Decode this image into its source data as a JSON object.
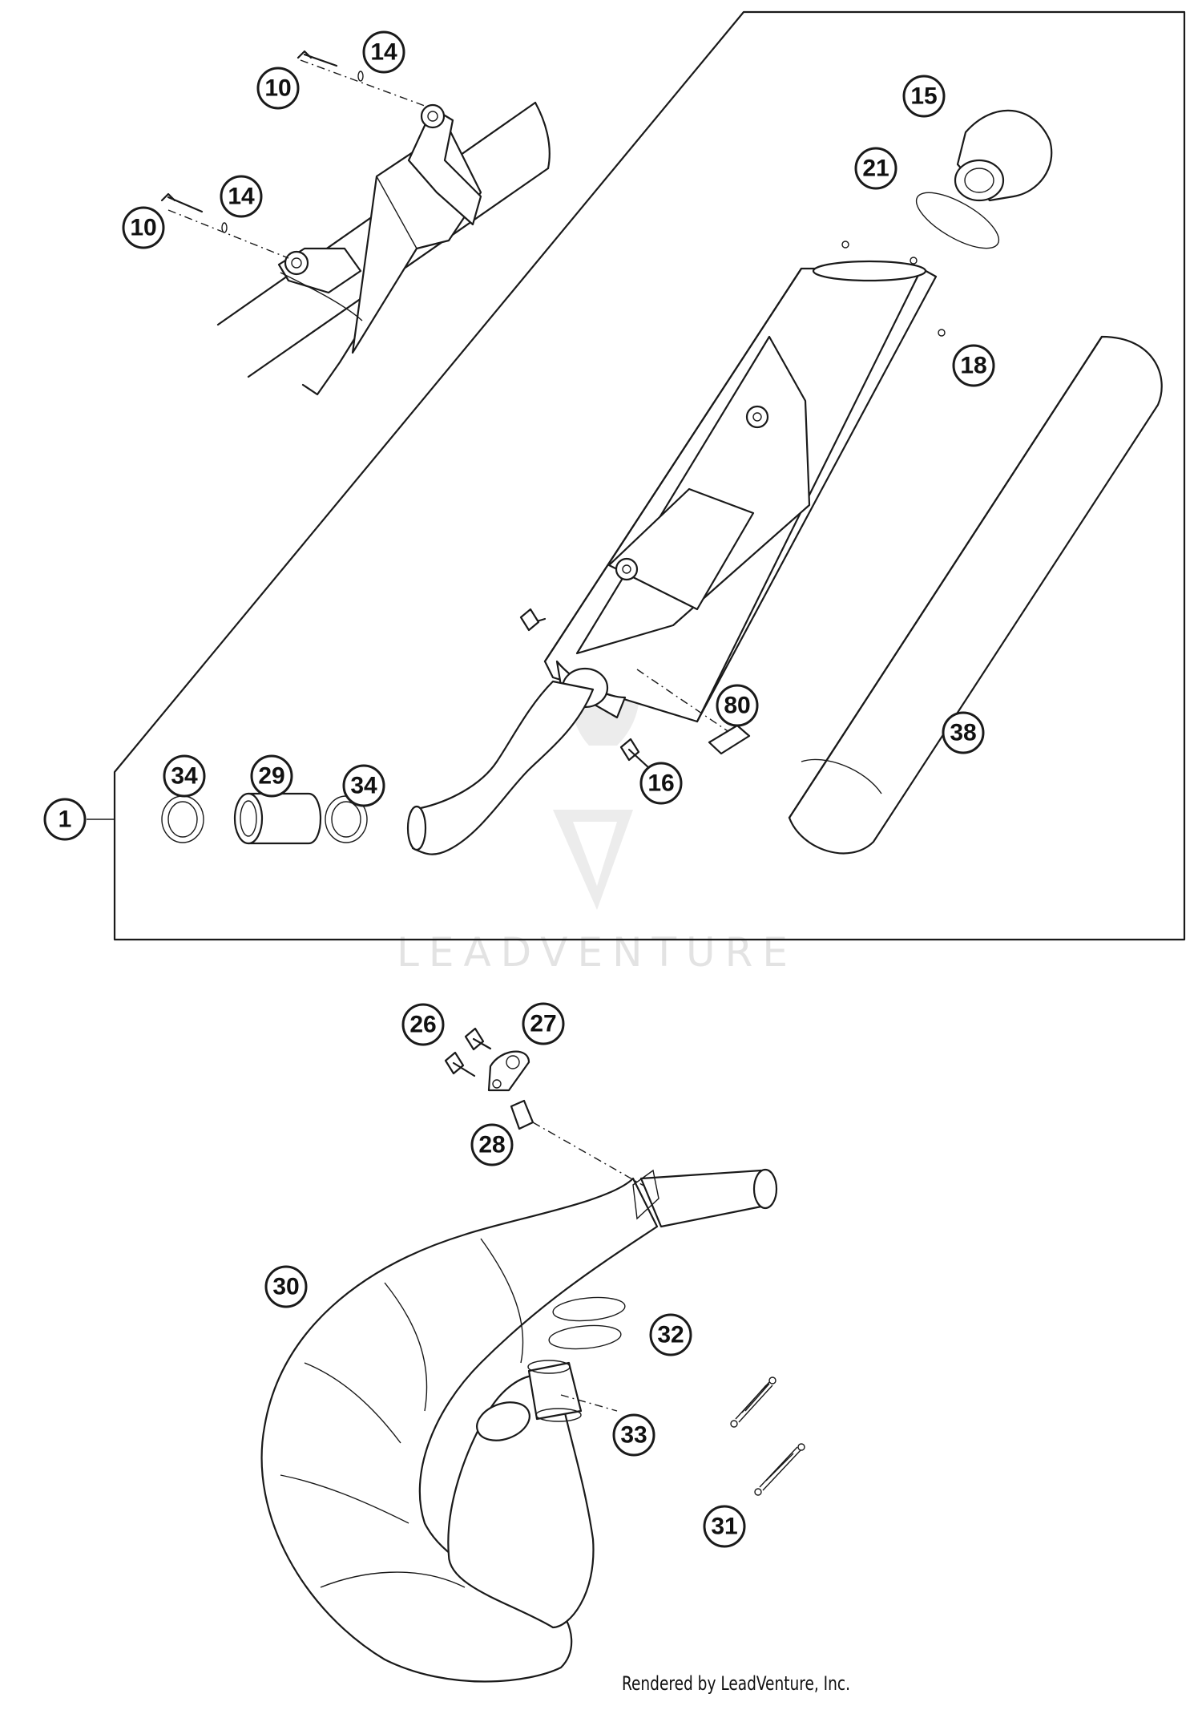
{
  "watermark": "LEADVENTURE",
  "credit": "Rendered by LeadVenture, Inc.",
  "callouts": [
    {
      "id": "c14a",
      "label": "14"
    },
    {
      "id": "c10a",
      "label": "10"
    },
    {
      "id": "c14b",
      "label": "14"
    },
    {
      "id": "c10b",
      "label": "10"
    },
    {
      "id": "c15",
      "label": "15"
    },
    {
      "id": "c21",
      "label": "21"
    },
    {
      "id": "c18",
      "label": "18"
    },
    {
      "id": "c80",
      "label": "80"
    },
    {
      "id": "c38",
      "label": "38"
    },
    {
      "id": "c16",
      "label": "16"
    },
    {
      "id": "c34a",
      "label": "34"
    },
    {
      "id": "c29",
      "label": "29"
    },
    {
      "id": "c34b",
      "label": "34"
    },
    {
      "id": "c1",
      "label": "1"
    },
    {
      "id": "c26",
      "label": "26"
    },
    {
      "id": "c27",
      "label": "27"
    },
    {
      "id": "c28",
      "label": "28"
    },
    {
      "id": "c30",
      "label": "30"
    },
    {
      "id": "c32",
      "label": "32"
    },
    {
      "id": "c33",
      "label": "33"
    },
    {
      "id": "c31",
      "label": "31"
    }
  ]
}
